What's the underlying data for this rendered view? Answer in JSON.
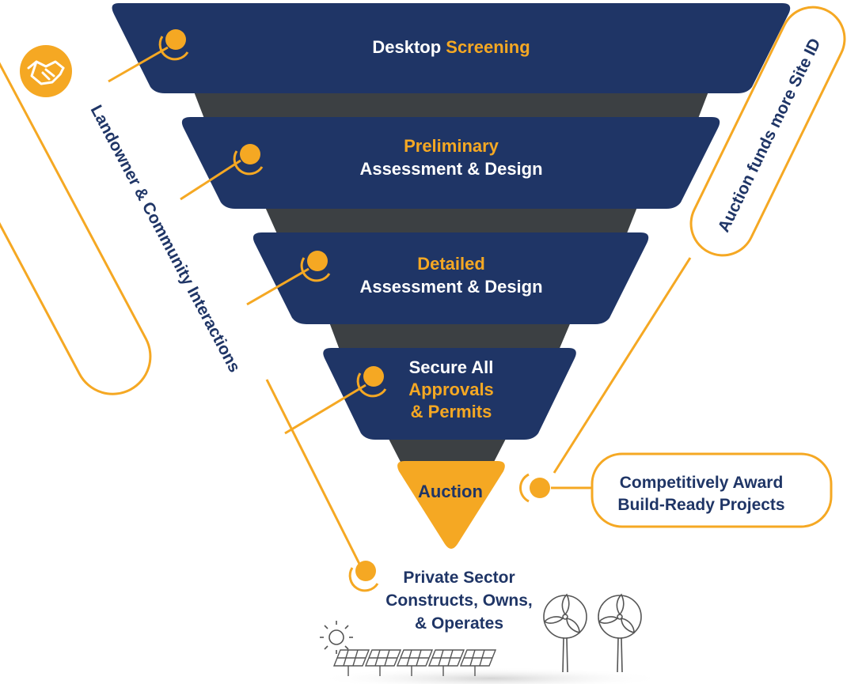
{
  "colors": {
    "navy": "#1f3566",
    "gold": "#f5a823",
    "dark_gray": "#3c4043",
    "white": "#ffffff"
  },
  "stages": [
    {
      "line1_a": "Desktop",
      "line1_b": "Screening"
    },
    {
      "line1": "Preliminary",
      "line2": "Assessment & Design"
    },
    {
      "line1": "Detailed",
      "line2": "Assessment & Design"
    },
    {
      "line1": "Secure All",
      "line2": "Approvals",
      "line3": "& Permits"
    }
  ],
  "auction": {
    "label": "Auction"
  },
  "left_pill": {
    "label": "Landowner & Community Interactions",
    "icon": "handshake-icon"
  },
  "right_pill": {
    "label": "Auction funds more Site ID"
  },
  "award_box": {
    "line1": "Competitively Award",
    "line2": "Build-Ready Projects"
  },
  "private_sector": {
    "line1": "Private Sector",
    "line2": "Constructs, Owns,",
    "line3": "& Operates"
  },
  "icons": [
    "sun-icon",
    "solar-panel-icon",
    "wind-turbine-icon"
  ]
}
